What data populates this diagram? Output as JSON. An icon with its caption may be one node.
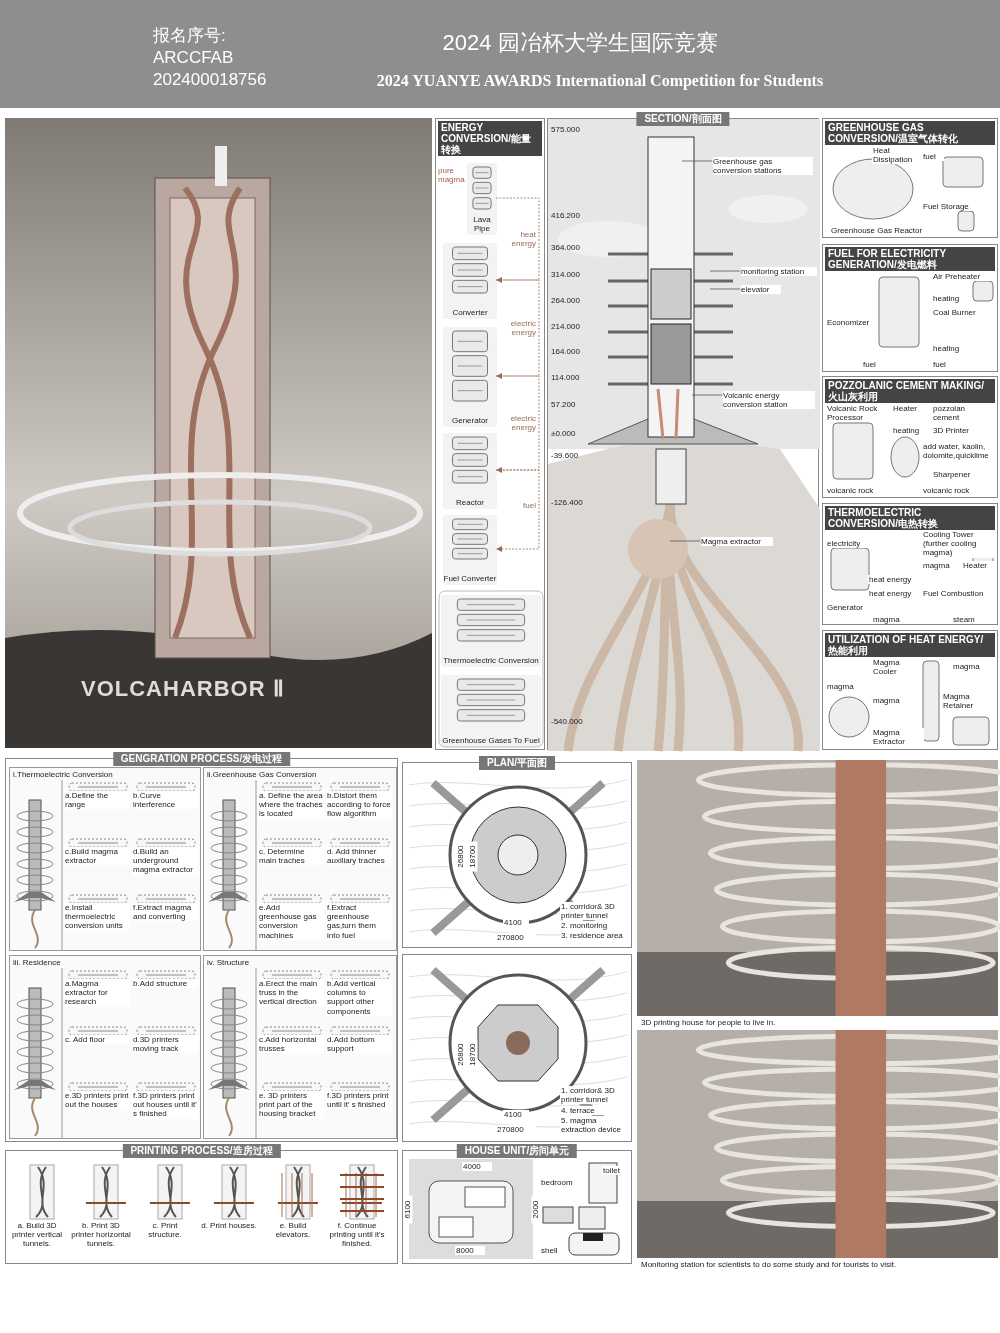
{
  "diagram": {
    "title": "2024 园冶杯大学生国际竞赛",
    "nodes": [
      {
        "text": [
          "ENERGY CONVERSION/能量转换"
        ]
      },
      {
        "text": [
          "Lava Pipe"
        ],
        "in": 0
      },
      {
        "text": [
          "Converter"
        ],
        "in": 0
      },
      {
        "text": [
          "Generator"
        ],
        "in": 0
      },
      {
        "text": [
          "Reactor"
        ],
        "in": 0
      },
      {
        "text": [
          "Fuel Converter"
        ],
        "in": 0
      },
      {
        "text": [
          "Thermoelectric Conversion"
        ],
        "in": 0
      },
      {
        "text": [
          "Greenhouse Gases To Fuel"
        ],
        "in": 0
      },
      {
        "text": [
          "SECTION/剖面图"
        ]
      },
      {
        "text": [
          "Greenhouse gas conversion stations"
        ],
        "in": 8
      },
      {
        "text": [
          "monitoring station"
        ],
        "in": 8
      },
      {
        "text": [
          "elevator"
        ],
        "in": 8
      },
      {
        "text": [
          "Volcanic energy conversion station"
        ],
        "in": 8
      },
      {
        "text": [
          "Magma extractor"
        ],
        "in": 8
      },
      {
        "text": [
          "GREENHOUSE GAS CONVERSION/温室气体转化"
        ]
      },
      {
        "text": [
          "FUEL FOR ELECTRICITY GENERATION/发电燃料"
        ]
      },
      {
        "text": [
          "POZZOLANIC CEMENT MAKING/火山灰利用"
        ]
      },
      {
        "text": [
          "THERMOELECTRIC CONVERSION/电热转换"
        ]
      },
      {
        "text": [
          "UTILIZATION OF HEAT ENERGY/热能利用"
        ]
      },
      {
        "text": [
          "GENGRATION PROCESS/发电过程"
        ]
      },
      {
        "text": [
          "i.Thermoelectric Conversion"
        ],
        "in": 19
      },
      {
        "text": [
          "ii.Greenhouse Gas Conversion"
        ],
        "in": 19
      },
      {
        "text": [
          "iii. Residence"
        ],
        "in": 19
      },
      {
        "text": [
          "iv. Structure"
        ],
        "in": 19
      },
      {
        "text": [
          "PLAN/平面图"
        ]
      },
      {
        "text": [
          "HOUSE UNIT/房间单元"
        ]
      },
      {
        "text": [
          "PRINTING PROCESS/造房过程"
        ]
      }
    ],
    "edges": [
      {
        "from": 1,
        "to": 2,
        "arrow": "to",
        "label": "heat energy",
        "style": "dashed"
      },
      {
        "from": 2,
        "to": 3,
        "arrow": "to",
        "label": "electric energy",
        "style": "dashed"
      },
      {
        "from": 3,
        "to": 4,
        "arrow": "to",
        "label": "electric energy",
        "style": "dashed"
      },
      {
        "from": 4,
        "to": 5,
        "arrow": "to",
        "label": "fuel",
        "style": "dashed"
      },
      {
        "from": 9,
        "to": null,
        "arrow": "none"
      },
      {
        "from": 10,
        "to": null,
        "arrow": "none"
      },
      {
        "from": 11,
        "to": null,
        "arrow": "none"
      },
      {
        "from": 12,
        "to": null,
        "arrow": "none"
      },
      {
        "from": 13,
        "to": null,
        "arrow": "none"
      }
    ],
    "labels": [
      "报名序号:",
      "ARCCFAB",
      "202400018756",
      "2024 YUANYE AWARDS International Competition for  Students",
      "VOLCAHARBOR Ⅱ",
      "pure magma",
      "575.000",
      "416.200",
      "364.000",
      "314.000",
      "264.000",
      "214.000",
      "164.000",
      "114.000",
      "57.200",
      "±0.000",
      "-39.600",
      "-126.400",
      "-540.000",
      "Heat Dissipation",
      "fuel",
      "Fuel Storage",
      "Greenhouse Gas Reactor",
      "Air Preheater",
      "heating",
      "Coal Burner",
      "Economizer",
      "heating",
      "fuel",
      "fuel",
      "Volcanic Rock Processor",
      "Heater",
      "pozzolan cement",
      "heating",
      "3D Printer",
      "add water, kaolin, dolomite,quicklime",
      "Sharpener",
      "volcanic rock",
      "volcanic rock",
      "Cooling Tower (further cooling magma)",
      "electricity",
      "magma",
      "Heater",
      "heat energy",
      "heat energy",
      "Fuel Combustion",
      "Generator",
      "magma",
      "steam",
      "Magma Cooler",
      "Magma Retainer",
      "Magma Extractor",
      "magma",
      "magma",
      "magma",
      "a.Define the range",
      "b.Curve interference",
      "c.Build magma extractor",
      "d.Build an underground magma extractor",
      "e.Install thermoelectric conversion units",
      "f.Extract magma and converting",
      "a. Define the area where the traches is located",
      "b.Distort them according to force flow algorithm",
      "c. Determine main traches",
      "d. Add thinner auxiliary traches",
      "e.Add greenhouse gas conversion machines",
      "f.Extract greenhouse gas,turn them into fuel",
      "a.Magma extractor for research",
      "b.Add structure",
      "c. Add floor",
      "d.3D printers moving track",
      "e.3D printers print out the houses",
      "f.3D printers print out houses until it' s finished",
      "a.Erect the main truss in the vertical direction",
      "b.Add vertical columns to support other components",
      "c.Add horizontal trusses",
      "d.Add bottom support",
      "e. 3D printers print part of the housing bracket",
      "f.3D printers print until it' s finished",
      "26800",
      "18700",
      "4100",
      "270800",
      "1. corridor& 3D printer tunnel",
      "2. monitoring station",
      "3. residence area",
      "26800",
      "18700",
      "4100",
      "270800",
      "1. corridor& 3D printer tunnel",
      "4. terrace",
      "5. magma extraction device",
      "4000",
      "6100",
      "2000",
      "8000",
      "bedroom",
      "toilet",
      "shell",
      "a. Build 3D printer vertical tunnels.",
      "b. Print 3D printer horizontal tunnels.",
      "c. Print structure.",
      "d. Print houses.",
      "e. Build elevators.",
      "f. Continue printing until it's finished.",
      "3D printing house for people to live in.",
      "Monitoring station for scientists to do some study  and for tourists to visit."
    ]
  }
}
